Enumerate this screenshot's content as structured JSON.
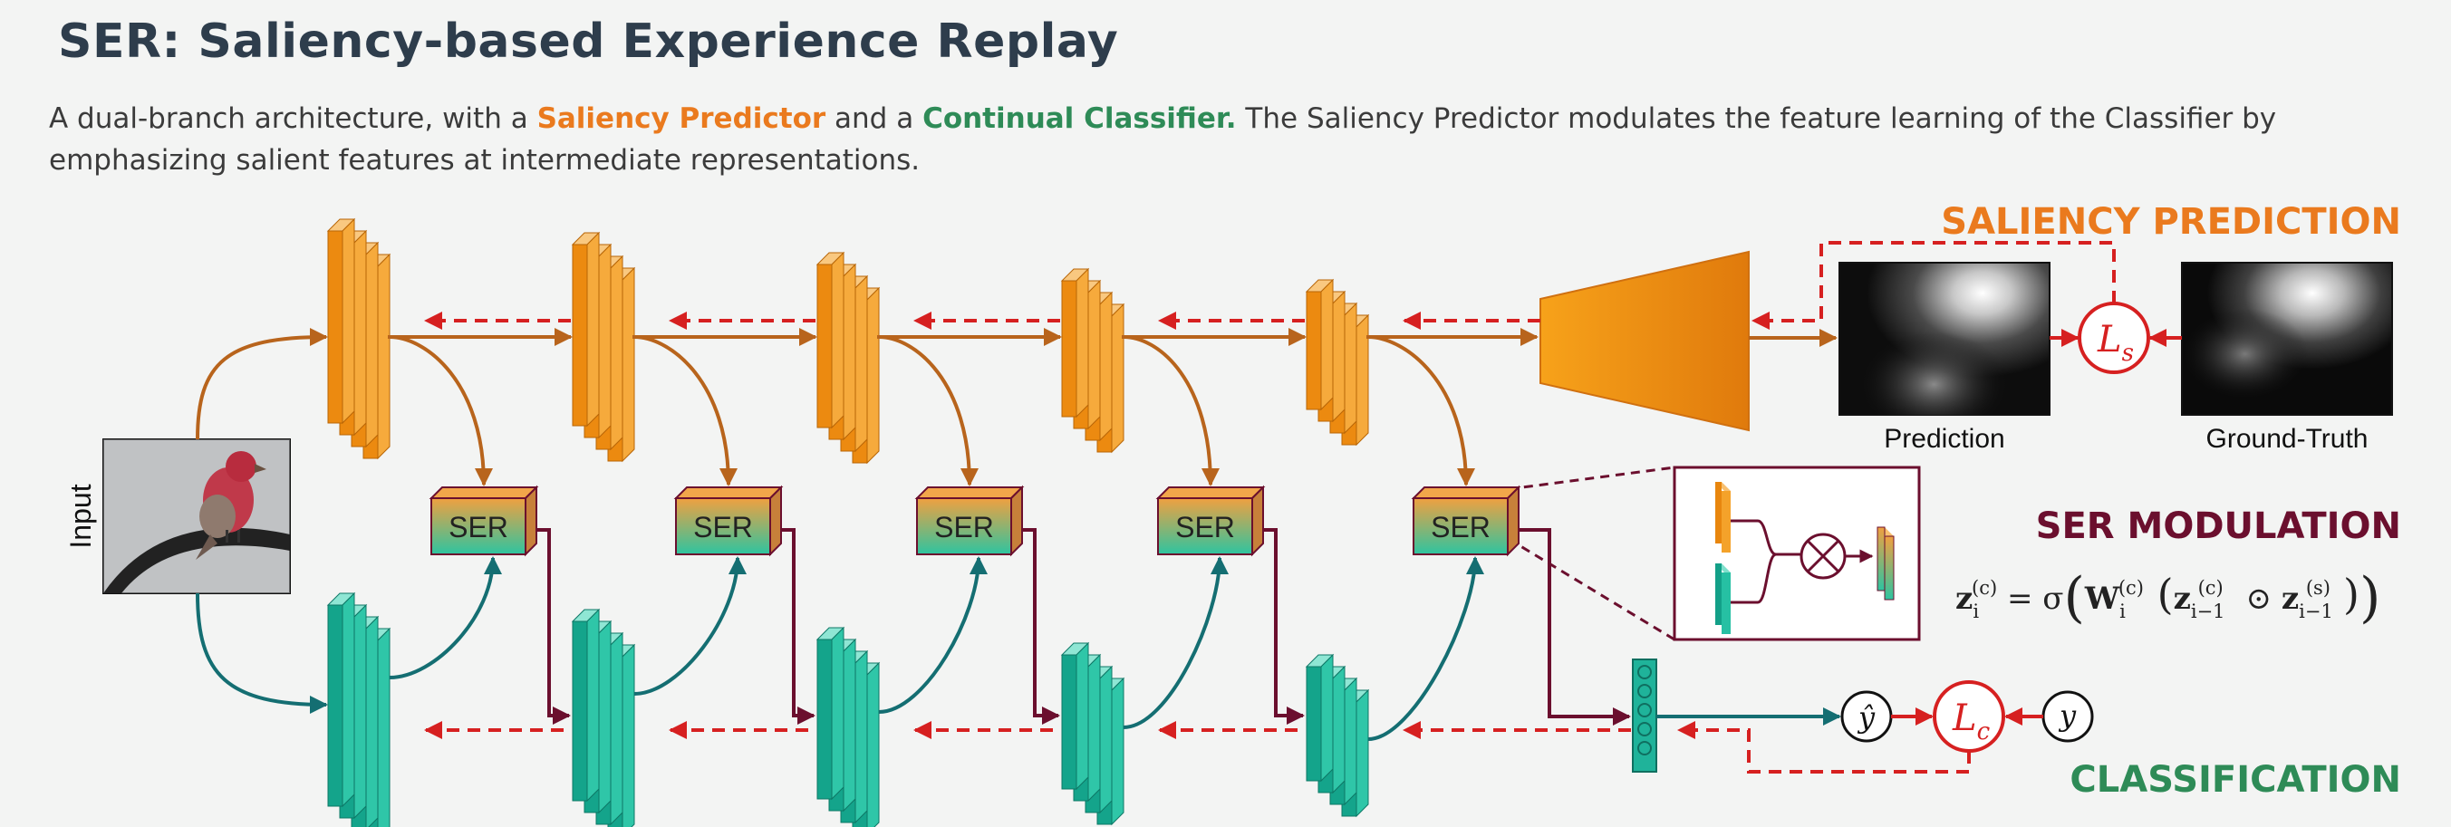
{
  "title": "SER: Saliency-based Experience Replay",
  "description": {
    "prefix": "A dual-branch architecture, with a ",
    "saliency_predictor": "Saliency Predictor",
    "middle": " and a ",
    "continual_classifier": "Continual Classifier.",
    "suffix": "  The Saliency Predictor modulates the feature learning of the Classifier by emphasizing salient features at intermediate representations."
  },
  "labels": {
    "input": "Input",
    "saliency_prediction": "SALIENCY PREDICTION",
    "ser_modulation": "SER MODULATION",
    "classification": "CLASSIFICATION",
    "prediction": "Prediction",
    "ground_truth": "Ground-Truth",
    "ser_block": "SER",
    "loss_saliency_main": "L",
    "loss_saliency_sub": "s",
    "loss_class_main": "L",
    "loss_class_sub": "c",
    "y_hat": "ŷ",
    "y": "y",
    "formula": {
      "lhs": "z",
      "lhs_sub": "i",
      "lhs_sup": "(c)",
      "eq": " = σ",
      "w": "W",
      "w_sub": "i",
      "w_sup": "(c)",
      "z1": "z",
      "z1_sub": "i−1",
      "z1_sup": "(c)",
      "odot": " ⊙ ",
      "z2": "z",
      "z2_sub": "i−1",
      "z2_sup": "(s)"
    }
  },
  "colors": {
    "saliency": "#ea7a1e",
    "classification": "#2e8b57",
    "modulation": "#6b0f2e",
    "loss": "#d62020",
    "teal": "#1fb39a",
    "title": "#2e3d4c"
  }
}
